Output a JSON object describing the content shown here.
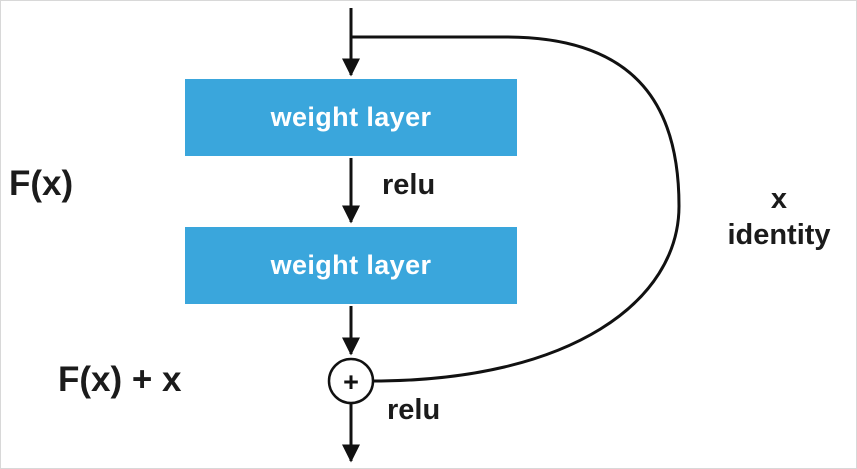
{
  "diagram": {
    "name": "residual-block",
    "boxes": [
      {
        "label": "weight layer"
      },
      {
        "label": "weight layer"
      }
    ],
    "labels": {
      "fx": "F(x)",
      "relu_top": "relu",
      "fx_plus_x": "F(x) + x",
      "relu_bottom": "relu",
      "identity_x": "x",
      "identity_word": "identity",
      "plus": "+"
    },
    "colors": {
      "box_fill": "#3AA6DC",
      "box_text": "#FFFFFF",
      "line": "#111111"
    }
  }
}
